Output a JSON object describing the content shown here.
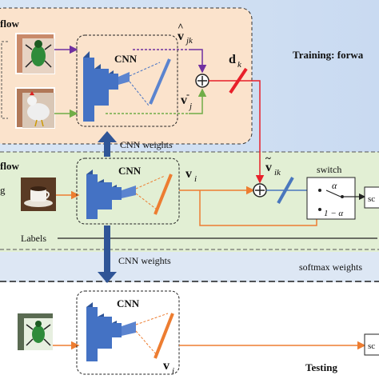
{
  "top_panel": {
    "flow_label": "flow",
    "cnn_label": "CNN",
    "v_jk": "v",
    "v_jk_sub": "jk",
    "v_j": "v",
    "v_j_sub": "j",
    "v_j_sup": "-",
    "d_k": "d",
    "d_k_sub": "k",
    "training_title": "Training: forwa"
  },
  "mid_panel": {
    "flow_label": "flow",
    "cnn_label": "CNN",
    "cnn_weights_top": "CNN weights",
    "v_i": "v",
    "v_i_sub": "i",
    "v_ik": "v",
    "v_ik_sub": "ik",
    "switch_label": "switch",
    "alpha": "α",
    "one_minus_alpha": "1 − α",
    "sc_label": "sc",
    "labels_text": "Labels",
    "g_label": "g"
  },
  "band": {
    "cnn_weights_bottom": "CNN weights",
    "softmax_label": "softmax weights"
  },
  "bottom_panel": {
    "cnn_label": "CNN",
    "v_i": "v",
    "v_i_sub": "i",
    "testing_title": "Testing",
    "sc_label": "sc"
  },
  "colors": {
    "top_fill": "#fbe3cc",
    "mid_fill": "#e2efd4",
    "band_fill": "#dde7f4",
    "cnn_blue": "#4472c4",
    "orange": "#ed7d31",
    "purple": "#7030a0",
    "green": "#70ad47",
    "red": "#e8202a",
    "arrow_blue": "#4a77bd"
  }
}
